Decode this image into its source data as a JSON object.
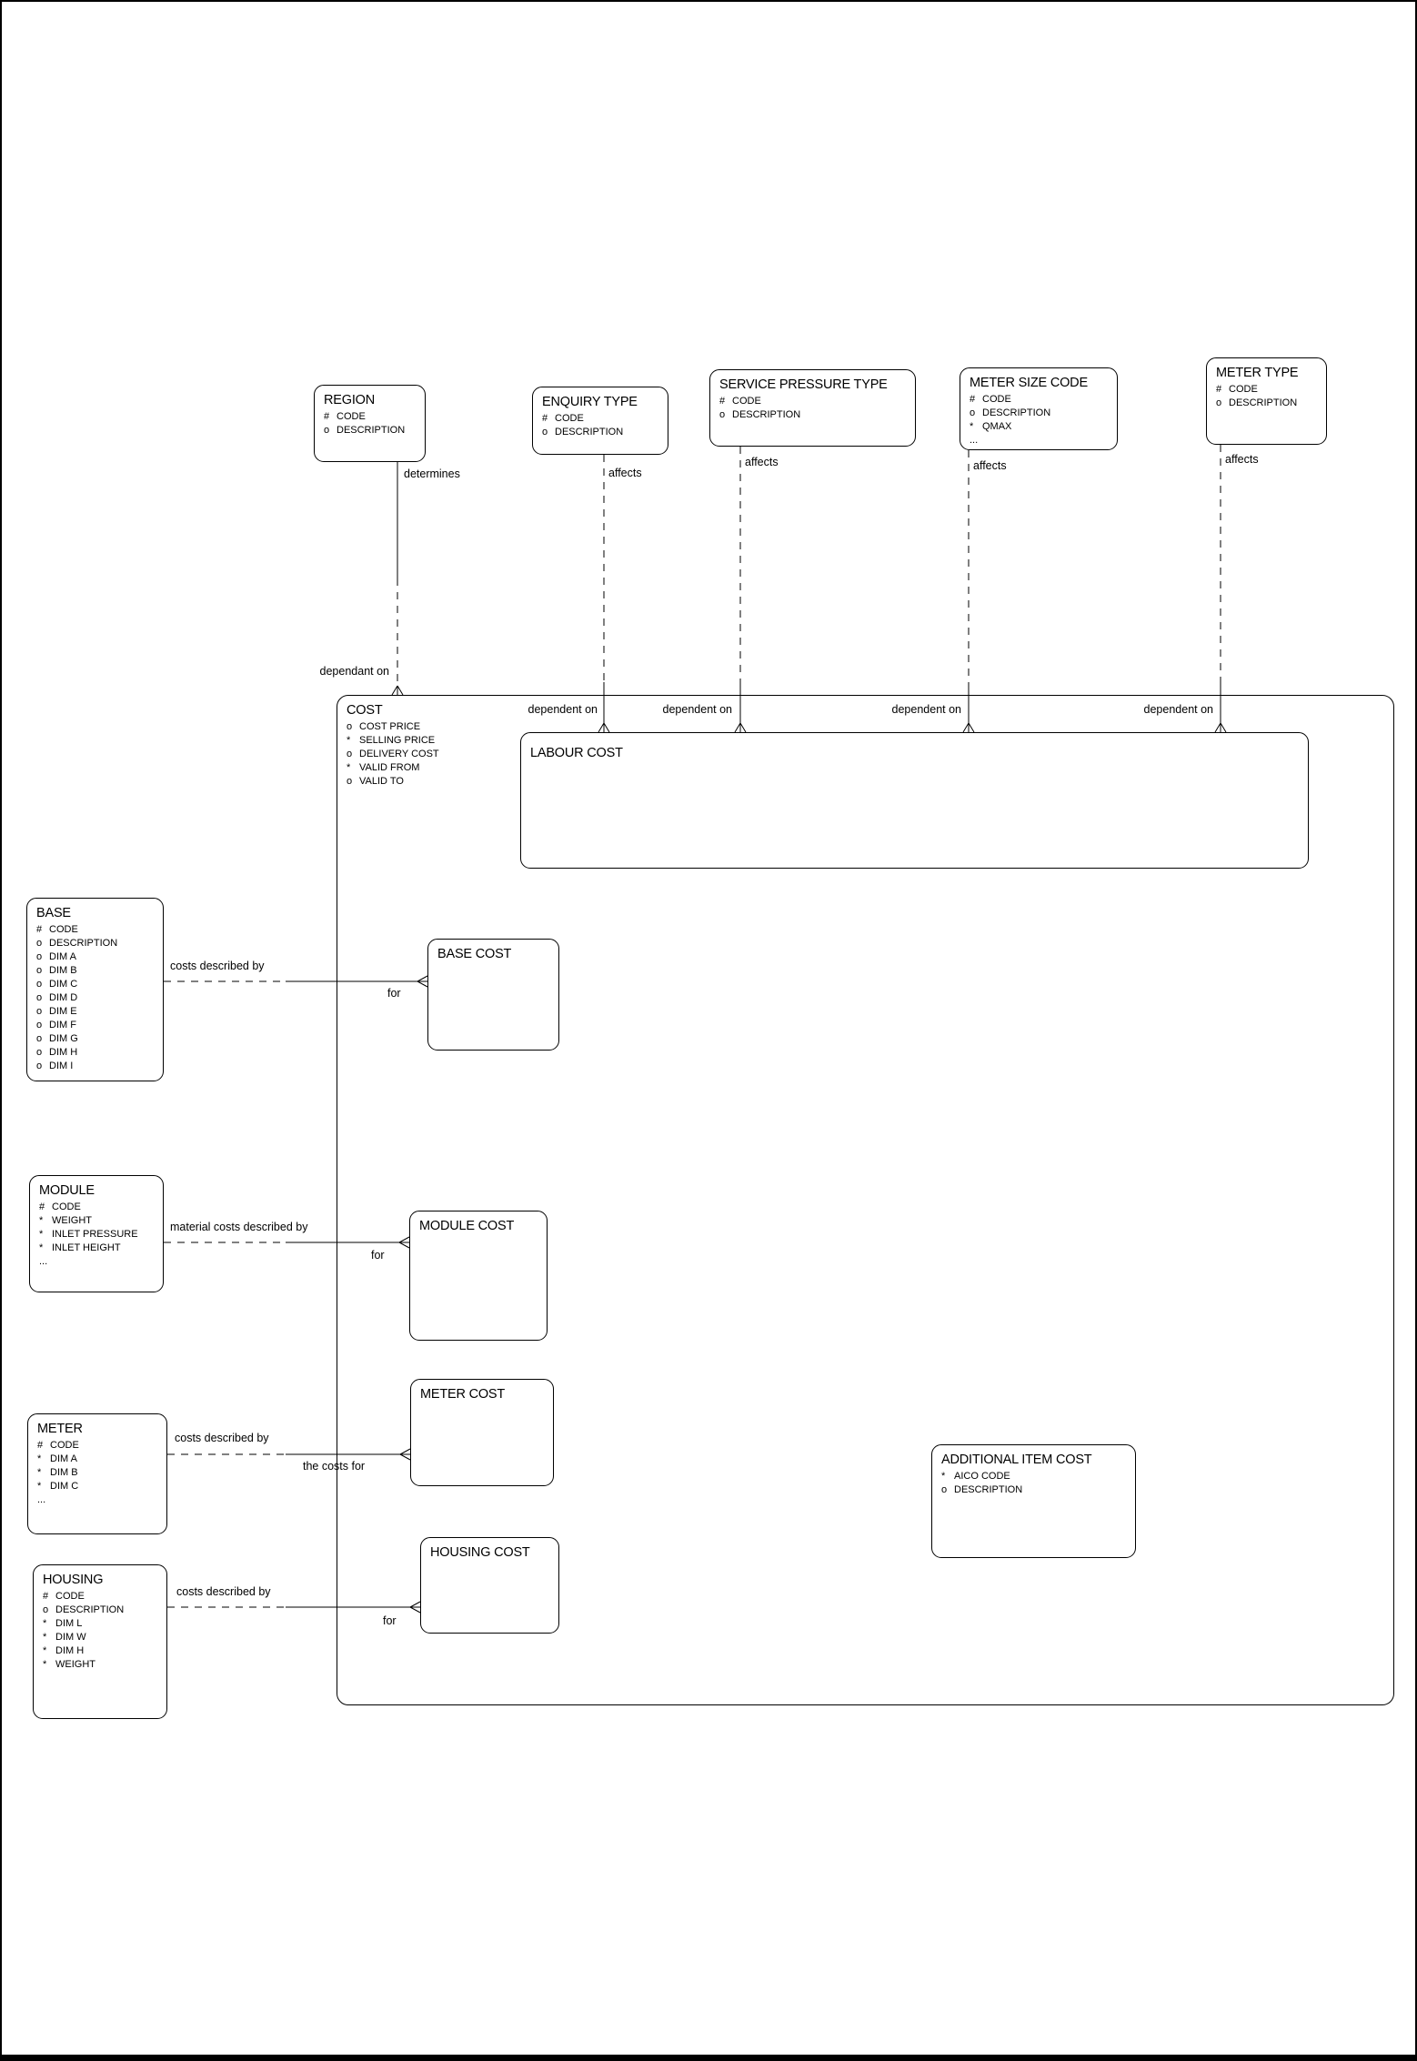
{
  "colors": {
    "stroke": "#000000",
    "background": "#ffffff"
  },
  "diagram": {
    "entities": {
      "region": {
        "title": "REGION",
        "attributes": [
          [
            "#",
            "CODE"
          ],
          [
            "o",
            "DESCRIPTION"
          ]
        ]
      },
      "enquiry_type": {
        "title": "ENQUIRY TYPE",
        "attributes": [
          [
            "#",
            "CODE"
          ],
          [
            "o",
            "DESCRIPTION"
          ]
        ]
      },
      "service_pressure_type": {
        "title": "SERVICE PRESSURE TYPE",
        "attributes": [
          [
            "#",
            "CODE"
          ],
          [
            "o",
            "DESCRIPTION"
          ]
        ]
      },
      "meter_size_code": {
        "title": "METER SIZE CODE",
        "attributes": [
          [
            "#",
            "CODE"
          ],
          [
            "o",
            "DESCRIPTION"
          ],
          [
            "*",
            "QMAX"
          ],
          [
            "...",
            ""
          ]
        ]
      },
      "meter_type": {
        "title": "METER TYPE",
        "attributes": [
          [
            "#",
            "CODE"
          ],
          [
            "o",
            "DESCRIPTION"
          ]
        ]
      },
      "cost": {
        "title": "COST",
        "attributes": [
          [
            "o",
            "COST PRICE"
          ],
          [
            "*",
            "SELLING PRICE"
          ],
          [
            "o",
            "DELIVERY COST"
          ],
          [
            "*",
            "VALID FROM"
          ],
          [
            "o",
            "VALID TO"
          ]
        ]
      },
      "labour_cost": {
        "title": "LABOUR COST",
        "attributes": []
      },
      "base": {
        "title": "BASE",
        "attributes": [
          [
            "#",
            "CODE"
          ],
          [
            "o",
            "DESCRIPTION"
          ],
          [
            "o",
            "DIM A"
          ],
          [
            "o",
            "DIM B"
          ],
          [
            "o",
            "DIM C"
          ],
          [
            "o",
            "DIM D"
          ],
          [
            "o",
            "DIM E"
          ],
          [
            "o",
            "DIM F"
          ],
          [
            "o",
            "DIM G"
          ],
          [
            "o",
            "DIM H"
          ],
          [
            "o",
            "DIM I"
          ]
        ]
      },
      "base_cost": {
        "title": "BASE COST",
        "attributes": []
      },
      "module": {
        "title": "MODULE",
        "attributes": [
          [
            "#",
            "CODE"
          ],
          [
            "*",
            "WEIGHT"
          ],
          [
            "*",
            "INLET PRESSURE"
          ],
          [
            "*",
            "INLET HEIGHT"
          ],
          [
            "...",
            ""
          ]
        ]
      },
      "module_cost": {
        "title": "MODULE COST",
        "attributes": []
      },
      "meter": {
        "title": "METER",
        "attributes": [
          [
            "#",
            "CODE"
          ],
          [
            "*",
            "DIM A"
          ],
          [
            "*",
            "DIM B"
          ],
          [
            "*",
            "DIM C"
          ],
          [
            "...",
            ""
          ]
        ]
      },
      "meter_cost": {
        "title": "METER COST",
        "attributes": []
      },
      "housing": {
        "title": "HOUSING",
        "attributes": [
          [
            "#",
            "CODE"
          ],
          [
            "o",
            "DESCRIPTION"
          ],
          [
            "*",
            "DIM L"
          ],
          [
            "*",
            "DIM W"
          ],
          [
            "*",
            "DIM H"
          ],
          [
            "*",
            "WEIGHT"
          ]
        ]
      },
      "housing_cost": {
        "title": "HOUSING COST",
        "attributes": []
      },
      "additional_item_cost": {
        "title": "ADDITIONAL ITEM COST",
        "attributes": [
          [
            "*",
            "AICO CODE"
          ],
          [
            "o",
            "DESCRIPTION"
          ]
        ]
      }
    },
    "relationships": {
      "region_cost": {
        "label_near": "determines",
        "label_far": "dependant on"
      },
      "enquiry_type_labour_cost": {
        "label_near": "affects",
        "label_far": "dependent on"
      },
      "service_pressure_type_labour_cost": {
        "label_near": "affects",
        "label_far": "dependent on"
      },
      "meter_size_code_labour_cost": {
        "label_near": "affects",
        "label_far": "dependent on"
      },
      "meter_type_labour_cost": {
        "label_near": "affects",
        "label_far": "dependent on"
      },
      "base_base_cost": {
        "label_near": "costs described by",
        "label_far": "for"
      },
      "module_module_cost": {
        "label_near": "material costs described by",
        "label_far": "for"
      },
      "meter_meter_cost": {
        "label_near": "costs described by",
        "label_far": "the costs for"
      },
      "housing_housing_cost": {
        "label_near": "costs described by",
        "label_far": "for"
      }
    }
  }
}
